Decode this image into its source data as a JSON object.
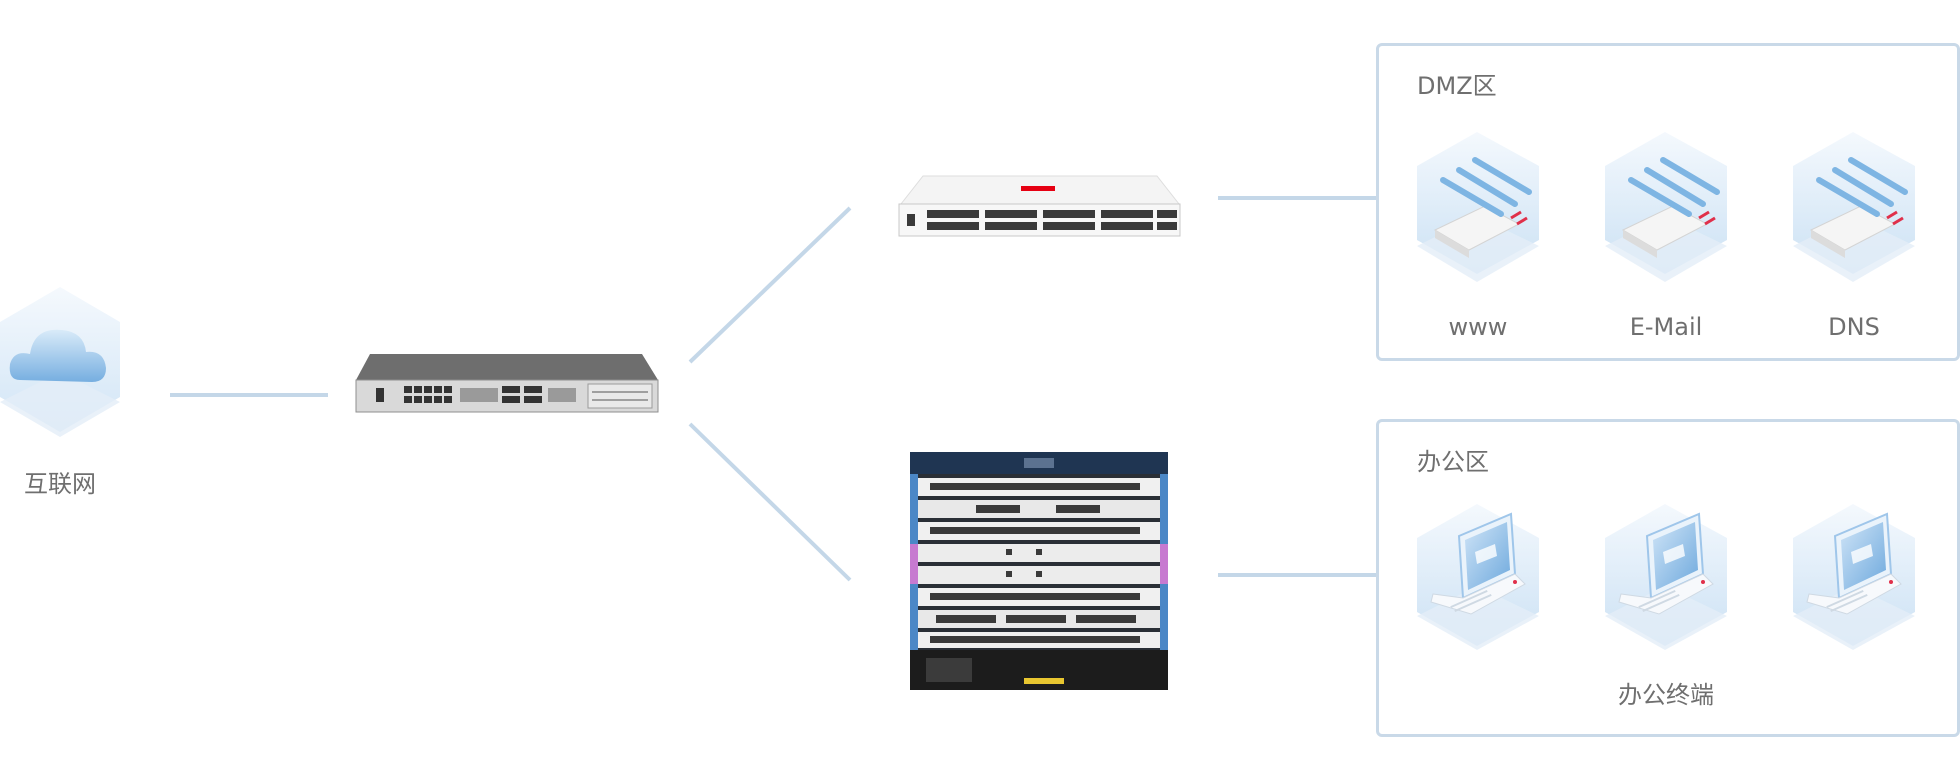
{
  "internet": {
    "label": "互联网",
    "icon": "cloud-icon"
  },
  "firewall": {
    "icon": "firewall-appliance-icon"
  },
  "switch_top": {
    "icon": "rack-switch-icon",
    "brand_color": "#e60012"
  },
  "switch_bottom": {
    "icon": "chassis-switch-icon"
  },
  "dmz": {
    "title": "DMZ区",
    "servers": [
      {
        "label": "www",
        "icon": "server-icon"
      },
      {
        "label": "E-Mail",
        "icon": "server-icon"
      },
      {
        "label": "DNS",
        "icon": "server-icon"
      }
    ]
  },
  "office": {
    "title": "办公区",
    "terminals_label": "办公终端",
    "terminals": [
      {
        "icon": "laptop-icon"
      },
      {
        "icon": "laptop-icon"
      },
      {
        "icon": "laptop-icon"
      }
    ]
  },
  "colors": {
    "line": "#c4d7e8",
    "border": "#c9d9e8",
    "text": "#6f6f6f",
    "accent_blue": "#6aa7dc"
  }
}
